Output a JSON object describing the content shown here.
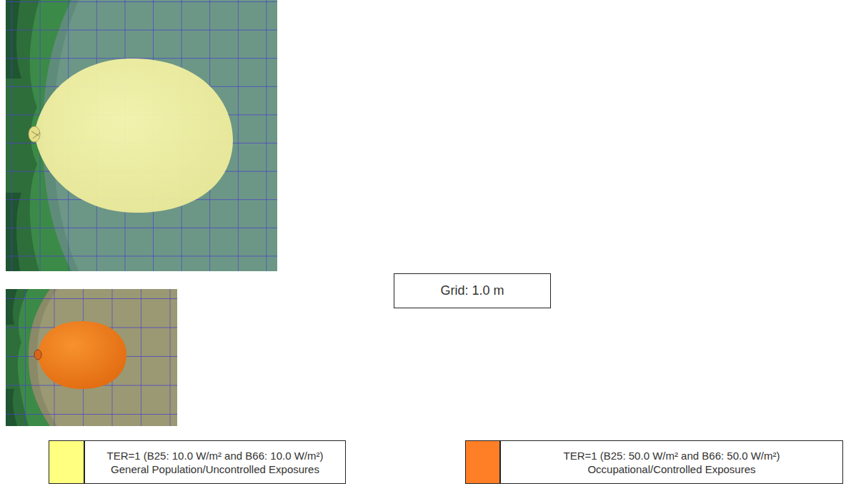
{
  "diagram": {
    "nodes": [
      {
        "text": [
          "Grid: 1.0 m"
        ]
      }
    ],
    "legend": [
      {
        "text": "TER=1 (B25: 10.0 W/m² and B66: 10.0 W/m²) General Population/Uncontrolled Exposures",
        "color": "#ffff80"
      },
      {
        "text": "TER=1 (B25: 50.0 W/m² and B66: 50.0 W/m²) Occupational/Controlled Exposures",
        "color": "#ff7f27"
      }
    ]
  }
}
